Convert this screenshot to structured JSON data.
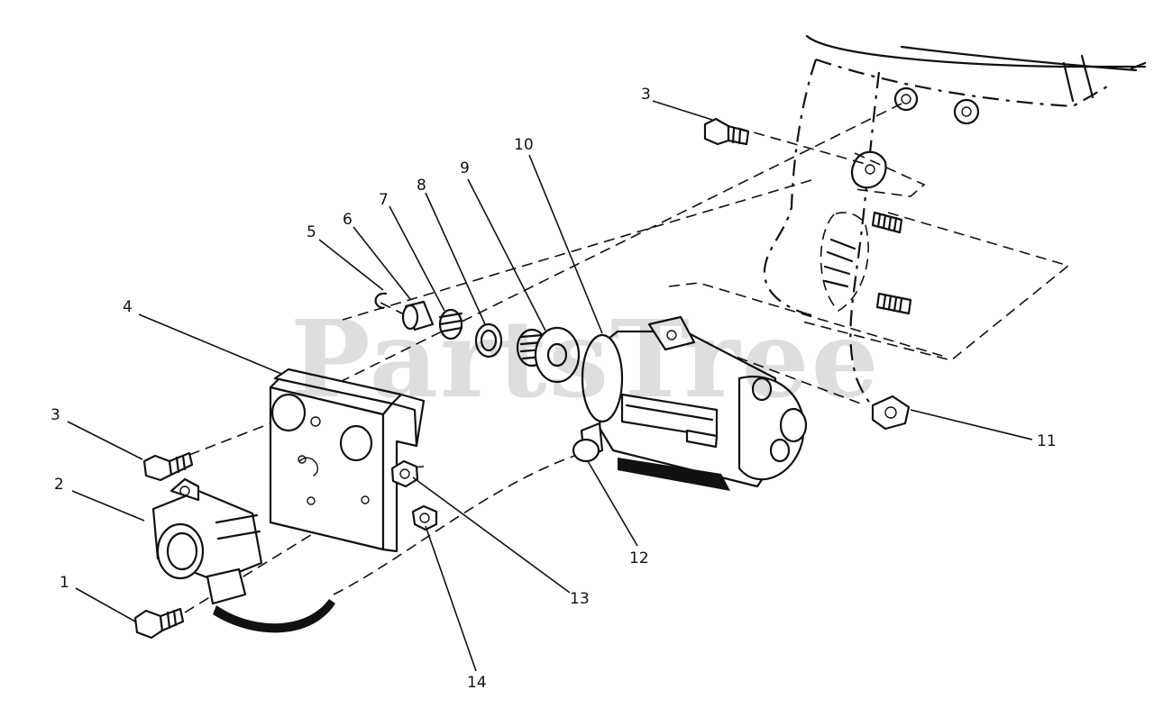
{
  "watermark": "PartsTree",
  "callouts": [
    {
      "id": "callout-1",
      "label": "1"
    },
    {
      "id": "callout-2",
      "label": "2"
    },
    {
      "id": "callout-3a",
      "label": "3"
    },
    {
      "id": "callout-3b",
      "label": "3"
    },
    {
      "id": "callout-4",
      "label": "4"
    },
    {
      "id": "callout-5",
      "label": "5"
    },
    {
      "id": "callout-6",
      "label": "6"
    },
    {
      "id": "callout-7",
      "label": "7"
    },
    {
      "id": "callout-8",
      "label": "8"
    },
    {
      "id": "callout-9",
      "label": "9"
    },
    {
      "id": "callout-10",
      "label": "10"
    },
    {
      "id": "callout-11",
      "label": "11"
    },
    {
      "id": "callout-12",
      "label": "12"
    },
    {
      "id": "callout-13",
      "label": "13"
    },
    {
      "id": "callout-14",
      "label": "14"
    }
  ]
}
